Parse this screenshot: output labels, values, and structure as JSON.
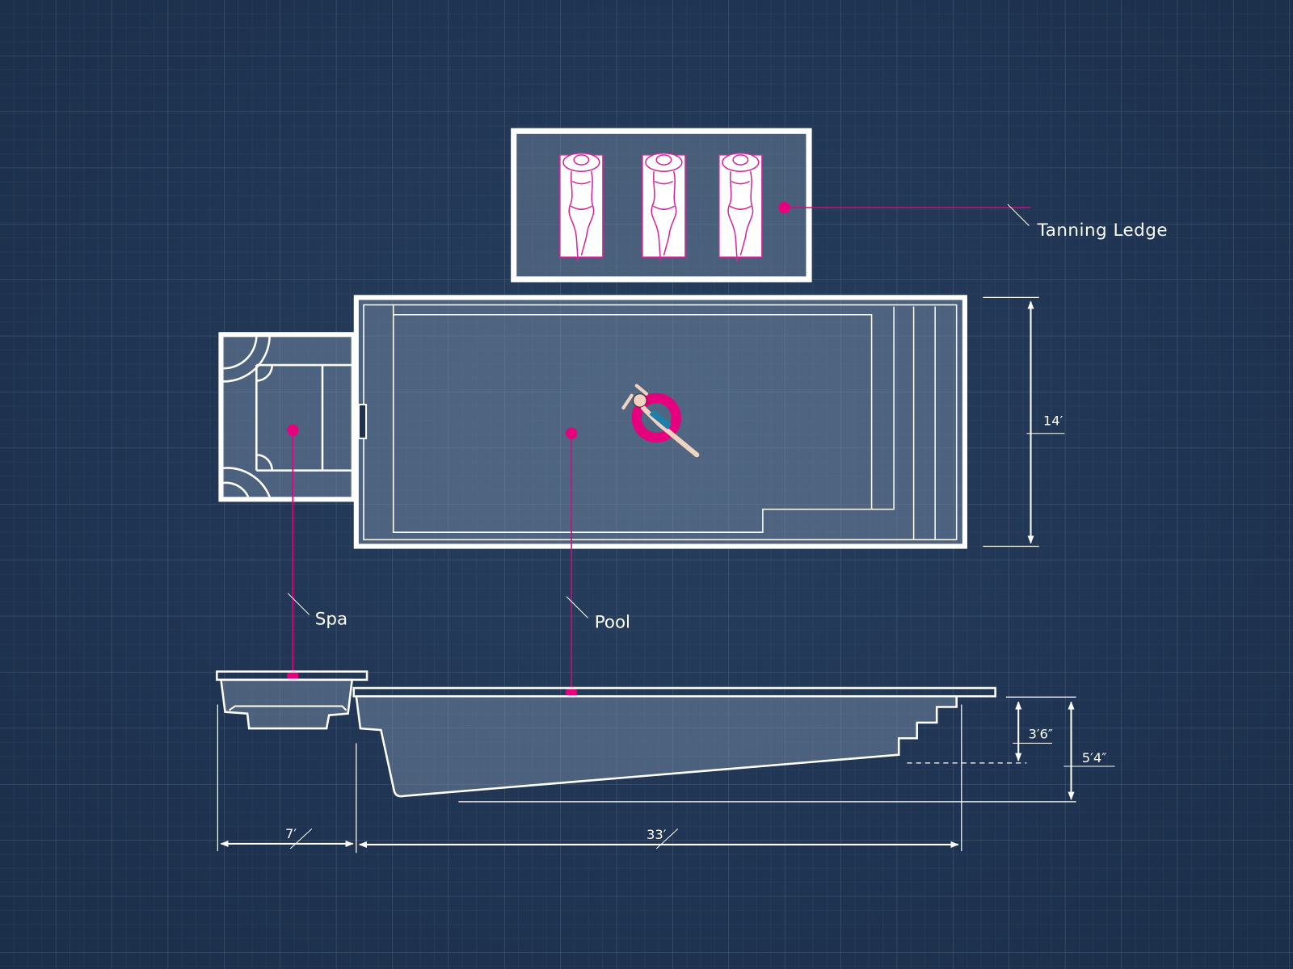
{
  "labels": {
    "tanning_ledge": "Tanning Ledge",
    "spa": "Spa",
    "pool": "Pool"
  },
  "dimensions": {
    "pool_width": "14′",
    "shallow_depth": "3′6″",
    "deep_depth": "5′4″",
    "spa_length": "7′",
    "pool_length": "33′"
  },
  "colors": {
    "accent": "#e6007e",
    "line": "#ffffff",
    "background": "#1f3350",
    "water": "#5b6d84"
  }
}
